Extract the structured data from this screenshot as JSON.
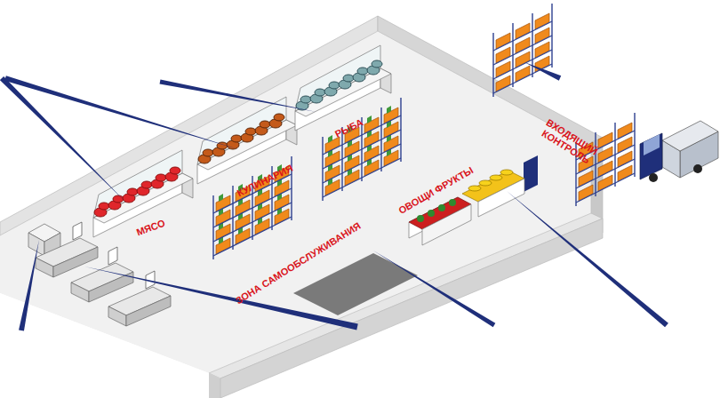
{
  "diagram": {
    "labels": [
      "МЯСО",
      "КУЛИНАРИЯ",
      "РЫБА",
      "ЗОНА САМООБСЛУЖИВАНИЯ",
      "ОВОЩИ ФРУКТЫ",
      "ВХОДЯЩИЙ КОНТРОЛЬ"
    ]
  }
}
